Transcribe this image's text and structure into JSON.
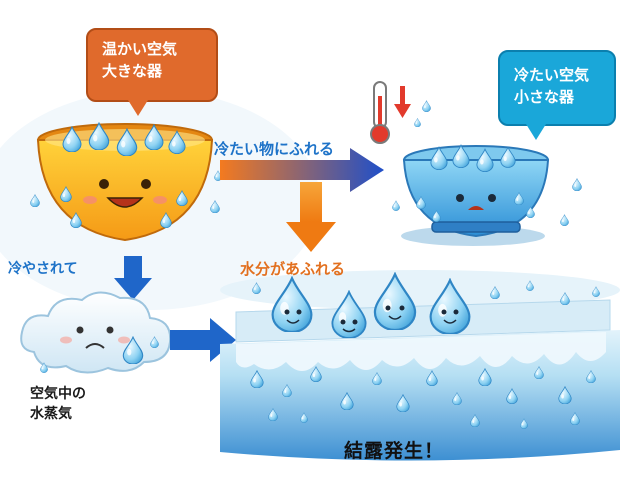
{
  "callouts": {
    "warm_line1": "温かい空気",
    "warm_line2": "大きな器",
    "cold_line1": "冷たい空気",
    "cold_line2": "小さな器"
  },
  "labels": {
    "touch_cold": "冷たい物にふれる",
    "cooled": "冷やされて",
    "overflow": "水分があふれる",
    "vapor_line1": "空気中の",
    "vapor_line2": "水蒸気",
    "condensation": "結露発生！"
  },
  "icons": [
    "warm-bowl-icon",
    "cold-bowl-icon",
    "thermometer-icon",
    "down-arrow-icon",
    "cloud-icon",
    "water-drop-icon",
    "condensation-surface-icon"
  ],
  "colors": {
    "warm_orange": "#e06a2c",
    "cold_blue": "#1aa7d9",
    "arrow_blue": "#1f66c9",
    "arrow_orange": "#f08a24",
    "text_blue": "#1e73c8",
    "text_orange": "#e2701f"
  }
}
